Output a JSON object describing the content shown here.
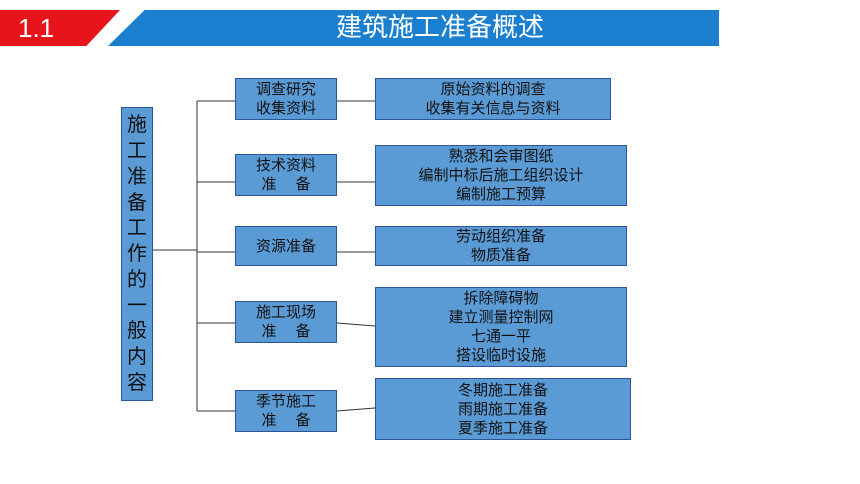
{
  "header": {
    "section_number": "1.1",
    "title": "建筑施工准备概述"
  },
  "diagram": {
    "root_chars": [
      "施",
      "工",
      "准",
      "备",
      "工",
      "作",
      "的",
      "一",
      "般",
      "内",
      "容"
    ],
    "branches": [
      {
        "label": [
          "调查研究",
          "收集资料"
        ],
        "details": [
          "原始资料的调查",
          "收集有关信息与资料"
        ]
      },
      {
        "label": [
          "技术资料",
          "准    备"
        ],
        "details": [
          "熟悉和会审图纸",
          "编制中标后施工组织设计",
          "编制施工预算"
        ]
      },
      {
        "label": [
          "资源准备"
        ],
        "details": [
          "劳动组织准备",
          "物质准备"
        ]
      },
      {
        "label": [
          "施工现场",
          "准    备"
        ],
        "details": [
          "拆除障碍物",
          "建立测量控制网",
          "七通一平",
          "搭设临时设施"
        ]
      },
      {
        "label": [
          "季节施工",
          "准    备"
        ],
        "details": [
          "冬期施工准备",
          "雨期施工准备",
          "夏季施工准备"
        ]
      }
    ]
  },
  "colors": {
    "header_red": "#e8141b",
    "header_blue": "#1a7fcf",
    "box_fill": "#5b9bd5",
    "box_border": "#2f5597"
  }
}
